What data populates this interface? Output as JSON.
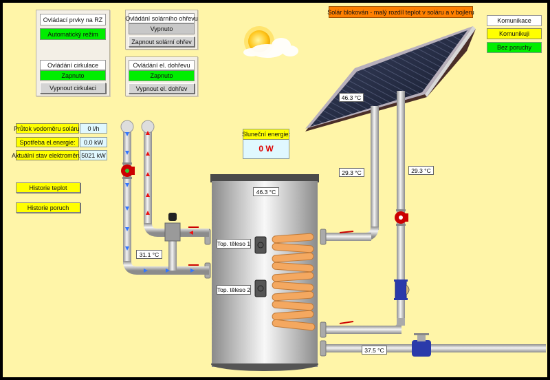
{
  "panels": {
    "rz": {
      "header": "Ovládací prvky na RZ",
      "mode": "Automatický režim"
    },
    "circulation": {
      "header": "Ovládání cirkulace",
      "status": "Zapnuto",
      "button": "Vypnout cirkulaci"
    },
    "solar_heating": {
      "header": "Ovládání solárního ohřevu",
      "status": "Vypnuto",
      "button": "Zapnout solární ohřev"
    },
    "electric_heating": {
      "header": "Ovládání el. dohřevu",
      "status": "Zapnuto",
      "button": "Vypnout el. dohřev"
    }
  },
  "alert": {
    "text": "Solár blokován - malý rozdíl teplot v soláru a v bojleru",
    "color": "#ff8000"
  },
  "status_panel": {
    "header": "Komunikace",
    "communication": "Komunikuji",
    "fault": "Bez poruchy"
  },
  "readouts": [
    {
      "label": "Průtok vodoměru soláru:",
      "value": "0 l/h"
    },
    {
      "label": "Spotřeba el.energie:",
      "value": "0.0 kW"
    },
    {
      "label": "Aktuální stav elektroměru:",
      "value": "5021 kW"
    }
  ],
  "history_buttons": {
    "temperatures": "Historie teplot",
    "faults": "Historie poruch"
  },
  "solar_energy": {
    "label": "Sluneční energie:",
    "value": "0 W",
    "value_color": "#dd0000"
  },
  "temperatures": {
    "solar_panel": "46.3 °C",
    "solar_supply": "29.3 °C",
    "solar_return": "29.3 °C",
    "boiler_top": "46.3 °C",
    "circulation": "31.1 °C",
    "cold_inlet": "37.5 °C"
  },
  "heaters": {
    "heater1": "Top. těleso 1",
    "heater2": "Top. těleso 2"
  },
  "colors": {
    "background": "#fff5a8",
    "active": "#00ee00",
    "warning": "#ffff00",
    "pump": "#cc0000",
    "valve": "#2233aa",
    "coil": "#f4a860",
    "flow_cold": "#3377ff",
    "flow_hot": "#ee1111"
  }
}
